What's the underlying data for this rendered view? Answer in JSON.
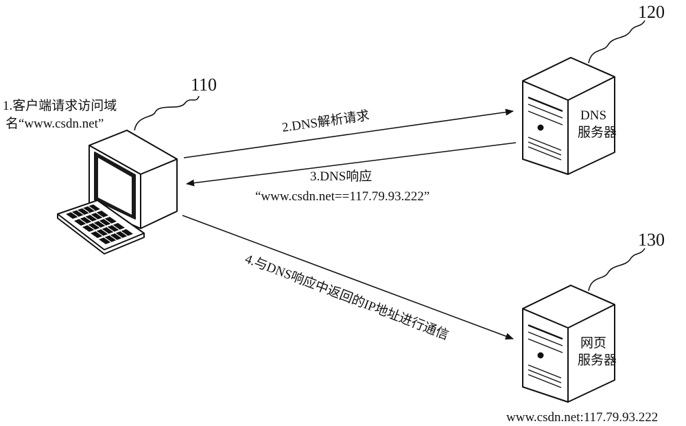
{
  "reference_numbers": {
    "client": "110",
    "dns_server": "120",
    "web_server": "130"
  },
  "client": {
    "request_line1": "1.客户端请求访问域",
    "request_line2": "名“www.csdn.net”"
  },
  "dns_server": {
    "line1": "DNS",
    "line2": "服务器"
  },
  "web_server": {
    "line1": "网页",
    "line2": "服务器",
    "address": "www.csdn.net:117.79.93.222"
  },
  "arrows": {
    "dns_request": "2.DNS解析请求",
    "dns_response_line1": "3.DNS响应",
    "dns_response_line2": "“www.csdn.net==117.79.93.222”",
    "communicate": "4.与DNS响应中返回的IP地址进行通信"
  },
  "colors": {
    "line": "#111111",
    "fill": "#ffffff",
    "screen_dark": "#1a1a1a"
  }
}
